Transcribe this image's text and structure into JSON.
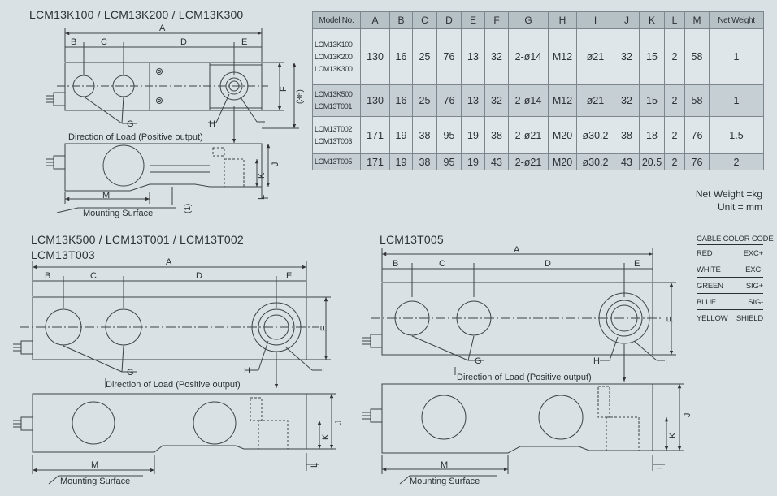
{
  "titles": {
    "top_left": "LCM13K100 / LCM13K200 / LCM13K300",
    "bottom_left_line1": "LCM13K500 / LCM13T001 / LCM13T002",
    "bottom_left_line2": "LCM13T003",
    "bottom_right": "LCM13T005"
  },
  "labels": {
    "A": "A",
    "B": "B",
    "C": "C",
    "D": "D",
    "E": "E",
    "F": "F",
    "G": "G",
    "H": "H",
    "I": "I",
    "J": "J",
    "K": "K",
    "L": "L",
    "M": "M",
    "dim_36": "(36)",
    "dim_1": "(1)",
    "direction": "Direction of Load (Positive output)",
    "mounting": "Mounting Surface"
  },
  "table": {
    "headers": [
      "Model No.",
      "A",
      "B",
      "C",
      "D",
      "E",
      "F",
      "G",
      "H",
      "I",
      "J",
      "K",
      "L",
      "M",
      "Net Weight"
    ],
    "groups": [
      {
        "models": [
          "LCM13K100",
          "LCM13K200",
          "LCM13K300"
        ],
        "values": [
          "130",
          "16",
          "25",
          "76",
          "13",
          "32",
          "2-ø14",
          "M12",
          "ø21",
          "32",
          "15",
          "2",
          "58",
          "1"
        ]
      },
      {
        "models": [
          "LCM13K500",
          "LCM13T001"
        ],
        "values": [
          "130",
          "16",
          "25",
          "76",
          "13",
          "32",
          "2-ø14",
          "M12",
          "ø21",
          "32",
          "15",
          "2",
          "58",
          "1"
        ]
      },
      {
        "models": [
          "LCM13T002",
          "LCM13T003"
        ],
        "values": [
          "171",
          "19",
          "38",
          "95",
          "19",
          "38",
          "2-ø21",
          "M20",
          "ø30.2",
          "38",
          "18",
          "2",
          "76",
          "1.5"
        ]
      },
      {
        "models": [
          "LCM13T005"
        ],
        "values": [
          "171",
          "19",
          "38",
          "95",
          "19",
          "43",
          "2-ø21",
          "M20",
          "ø30.2",
          "43",
          "20.5",
          "2",
          "76",
          "2"
        ]
      }
    ],
    "net_weight_note": "Net Weight =kg",
    "unit_note": "Unit = mm"
  },
  "cable": {
    "header": "CABLE COLOR CODE",
    "rows": [
      {
        "color": "RED",
        "signal": "EXC+"
      },
      {
        "color": "WHITE",
        "signal": "EXC-"
      },
      {
        "color": "GREEN",
        "signal": "SIG+"
      },
      {
        "color": "BLUE",
        "signal": "SIG-"
      },
      {
        "color": "YELLOW",
        "signal": "SHIELD"
      }
    ]
  }
}
